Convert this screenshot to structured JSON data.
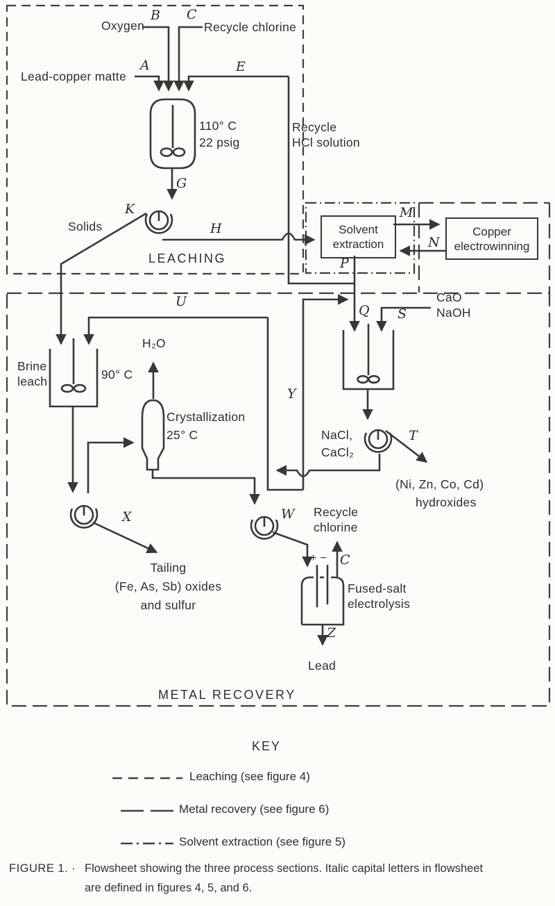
{
  "colors": {
    "ink": "#383838",
    "paper": "#fbfbf8"
  },
  "streams": {
    "a": "A",
    "b": "B",
    "c": "C",
    "e": "E",
    "g": "G",
    "h": "H",
    "k": "K",
    "m": "M",
    "n": "N",
    "p": "P",
    "q": "Q",
    "s": "S",
    "t": "T",
    "u": "U",
    "w": "W",
    "x": "X",
    "y": "Y",
    "z": "Z",
    "c_cell": "C"
  },
  "labels": {
    "oxygen": "Oxygen",
    "recycle_chlorine_top": "Recycle chlorine",
    "lead_copper_matte": "Lead-copper matte",
    "reactor_conditions": "110° C\n22 psig",
    "recycle_hcl": "Recycle\nHCl solution",
    "solids": "Solids",
    "cao_naoh": "CaO\nNaOH",
    "brine_leach": "Brine\nleach",
    "brine_temp": "90° C",
    "h2o": "H₂O",
    "crystallization": "Crystallization\n25° C",
    "nacl_cacl2": "NaCl,\nCaCl₂",
    "ni_zn_co_cd": "(Ni, Zn, Co, Cd)",
    "hydroxides": "hydroxides",
    "tailing": "Tailing\n(Fe, As, Sb) oxides\nand sulfur",
    "recycle_chlorine_bottom": "Recycle\nchlorine",
    "electrode_polarity": "+ −",
    "fused_salt": "Fused-salt\nelectrolysis",
    "lead": "Lead"
  },
  "boxes": {
    "solvent_extraction": "Solvent\nextraction",
    "copper_electrowinning": "Copper\nelectrowinning"
  },
  "sections": {
    "leaching": "LEACHING",
    "metal_recovery": "METAL RECOVERY"
  },
  "key": {
    "title": "KEY",
    "entries": [
      {
        "style": "dashed",
        "label": "Leaching (see figure 4)"
      },
      {
        "style": "long-dash",
        "label": "Metal recovery (see figure 6)"
      },
      {
        "style": "dash-dot",
        "label": "Solvent extraction (see figure 5)"
      }
    ]
  },
  "caption": {
    "figure": "FIGURE 1. ·",
    "line1": "Flowsheet showing the three process sections.  Italic capital letters in flowsheet",
    "line2": "are defined in figures 4, 5, and 6."
  }
}
